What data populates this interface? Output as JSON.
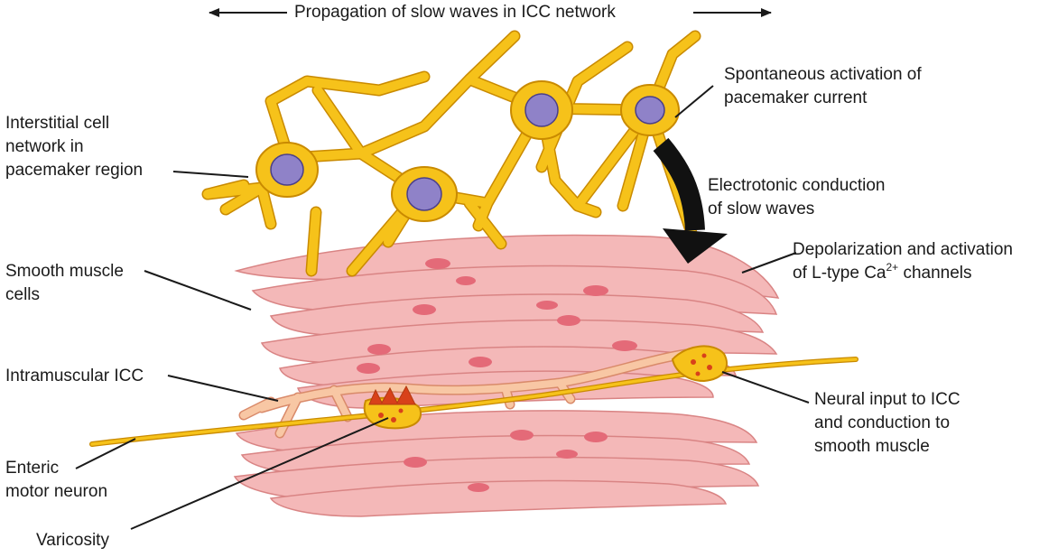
{
  "labels": {
    "top_title": "Propagation of slow waves in ICC network",
    "interstitial_network": [
      "Interstitial cell",
      "network in",
      "pacemaker region"
    ],
    "spontaneous_activation": [
      "Spontaneous activation of",
      "pacemaker current"
    ],
    "electrotonic_conduction": [
      "Electrotonic conduction",
      "of slow waves"
    ],
    "depolarization": [
      "Depolarization and activation",
      "of L-type Ca",
      "2+",
      " channels"
    ],
    "smooth_muscle": [
      "Smooth muscle",
      "cells"
    ],
    "intramuscular_icc": "Intramuscular ICC",
    "neural_input": [
      "Neural input to ICC",
      "and conduction to",
      "smooth muscle"
    ],
    "enteric_neuron": [
      "Enteric",
      "motor neuron"
    ],
    "varicosity": "Varicosity"
  },
  "colors": {
    "icc": "#f6c21a",
    "icc_outline": "#c98a00",
    "nucleus": "#8f82c8",
    "nucleus_outline": "#4a3f8a",
    "muscle": "#f4b8b8",
    "muscle_outline": "#d98484",
    "muscle_nucleus": "#e46a78",
    "intramuscular_icc": "#f8c7a4",
    "granule": "#d8411a",
    "arrow": "#111111",
    "leader": "#1a1a1a"
  }
}
